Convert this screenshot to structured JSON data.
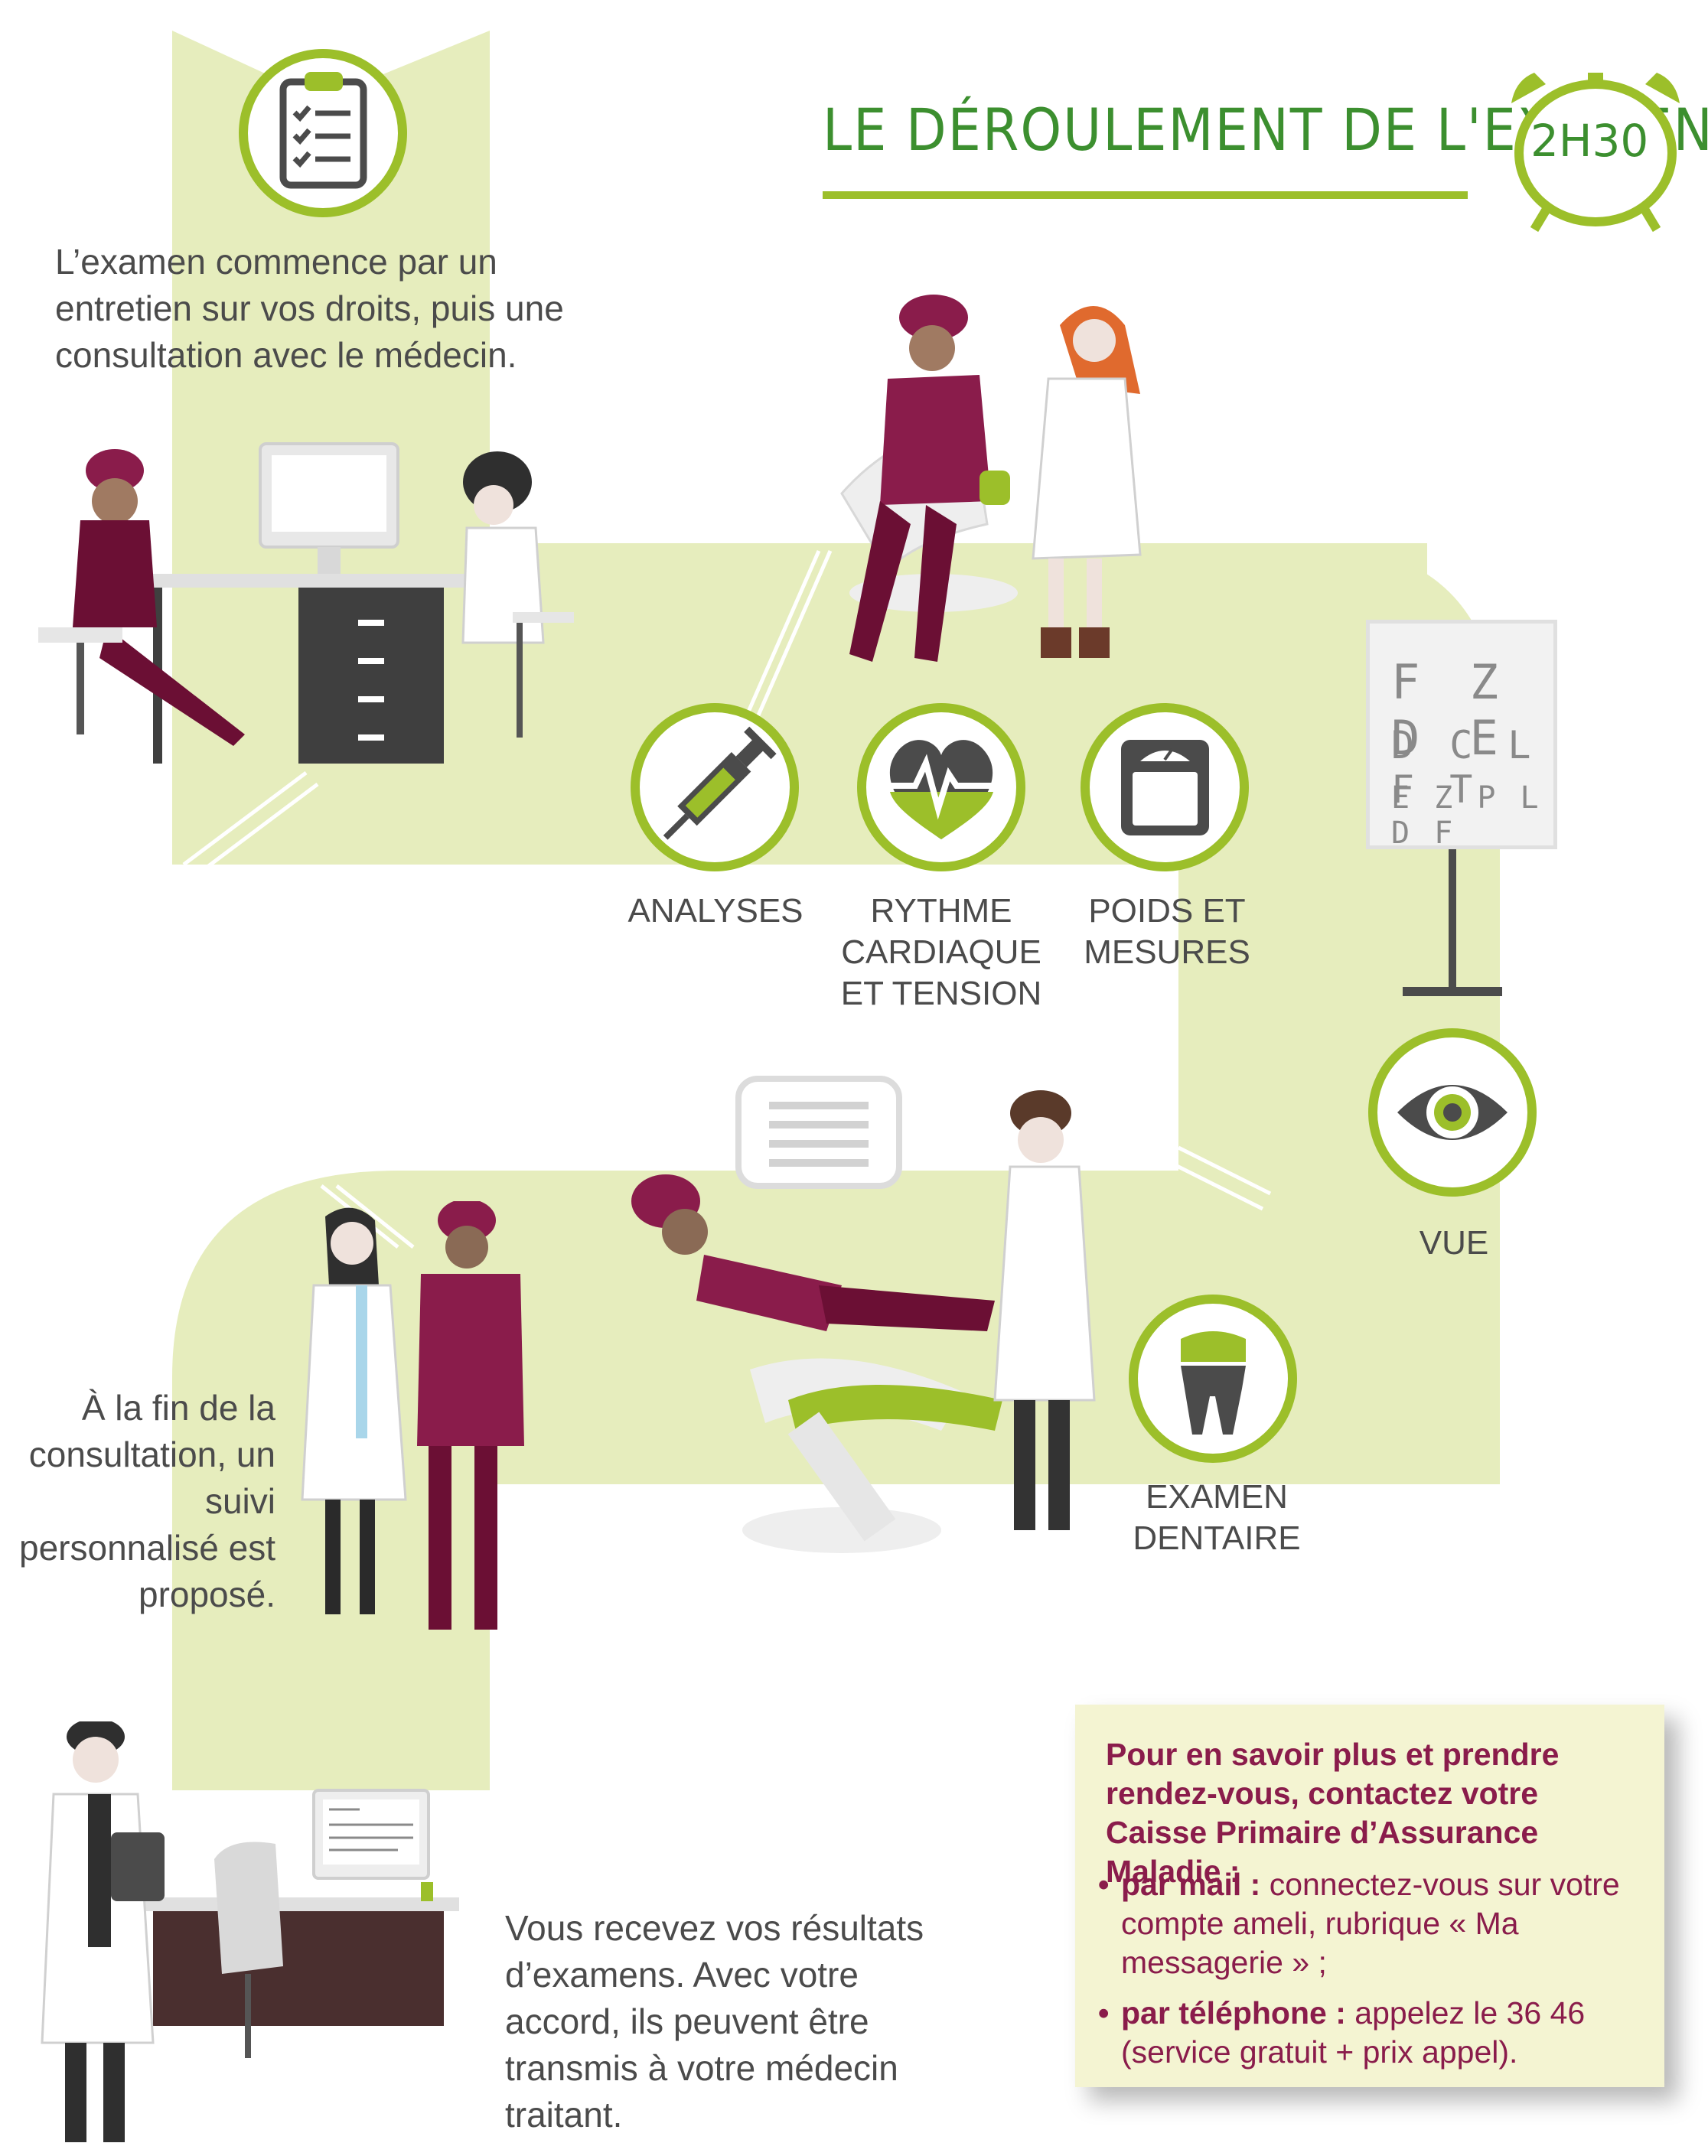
{
  "header": {
    "title": "LE DÉROULEMENT DE L'EXAMEN",
    "duration": "2H30"
  },
  "steps": {
    "intro": "L’examen commence par un entretien sur vos droits, puis une consultation avec le médecin.",
    "analyses": "ANALYSES",
    "heart": [
      "RYTHME",
      "CARDIAQUE",
      "ET TENSION"
    ],
    "weight": [
      "POIDS ET",
      "MESURES"
    ],
    "vision": "VUE",
    "eye_chart": [
      "F Z D E",
      "D C L F T",
      "E Z P L D F"
    ],
    "dental": [
      "EXAMEN",
      "DENTAIRE"
    ],
    "follow_up": [
      "À la fin de la",
      "consultation, un",
      "suivi",
      "personnalisé est",
      "proposé."
    ],
    "results": [
      "Vous recevez vos résultats",
      "d’examens. Avec votre",
      "accord, ils peuvent être",
      "transmis à votre médecin",
      "traitant."
    ]
  },
  "contact": {
    "intro": "Pour en savoir plus et prendre rendez-vous, contactez votre Caisse Primaire d’Assurance Maladie :",
    "bullet": "•",
    "items": [
      {
        "label": "par mail :",
        "text": "connectez-vous sur votre compte ameli, rubrique « Ma messagerie » ;"
      },
      {
        "label": "par téléphone :",
        "text": "appelez le 36 46 (service gratuit + prix appel)."
      }
    ]
  },
  "colors": {
    "path": "#e6edbd",
    "accent_green": "#9cbf2a",
    "title_green": "#3c8f2f",
    "burgundy": "#8a1c4b",
    "icon_gray": "#4b4b4b",
    "info_bg": "#f4f4d2"
  },
  "icons": [
    "clipboard-icon",
    "syringe-icon",
    "heart-rate-icon",
    "scale-icon",
    "eye-icon",
    "tooth-icon",
    "alarm-clock-icon"
  ]
}
